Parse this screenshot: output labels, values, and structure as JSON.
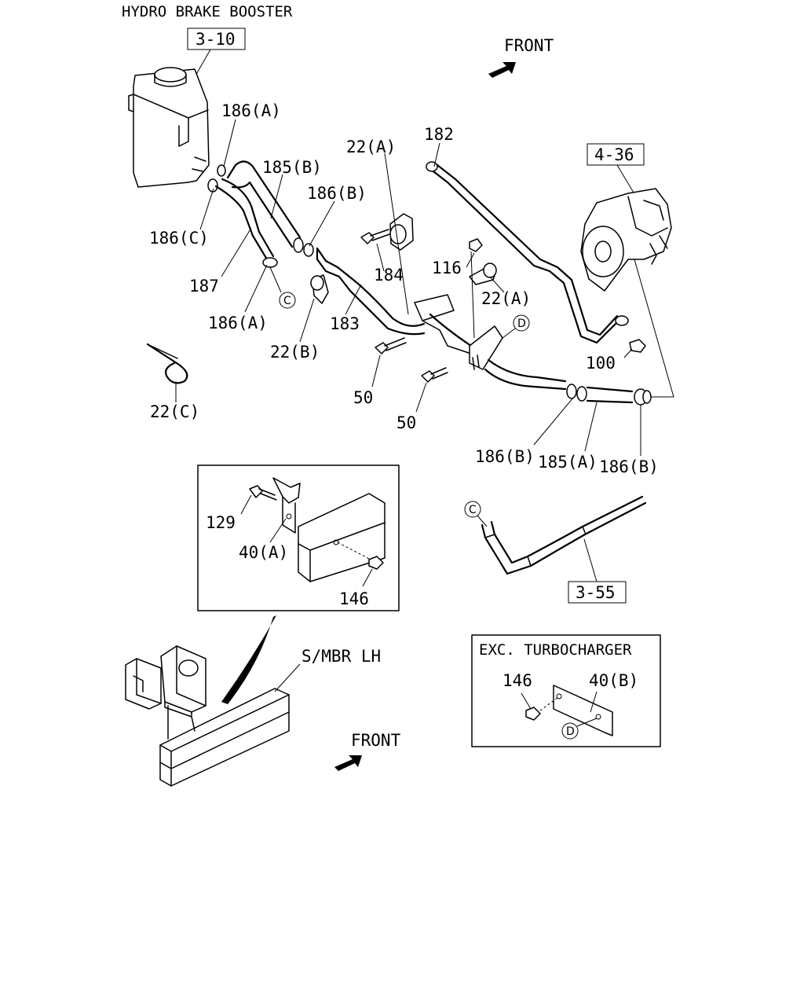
{
  "title": "HYDRO BRAKE BOOSTER",
  "front_label": "FRONT",
  "frame_label": "S/MBR LH",
  "ref_boxes": {
    "reservoir": "3-10",
    "pump": "4-36",
    "line": "3-55"
  },
  "inset_exc": {
    "title": "EXC. TURBOCHARGER",
    "nut": "146",
    "bracket": "40(B)"
  },
  "inset_detail": {
    "bolt": "129",
    "bracket": "40(A)",
    "nut": "146"
  },
  "connectors": {
    "c": "C",
    "d": "D"
  },
  "parts": {
    "p186a_top": "186(A)",
    "p185b": "185(B)",
    "p186b_mid": "186(B)",
    "p22a_top": "22(A)",
    "p182": "182",
    "p186c": "186(C)",
    "p187": "187",
    "p186a_low": "186(A)",
    "p184": "184",
    "p116": "116",
    "p22a_low": "22(A)",
    "p183": "183",
    "p22b": "22(B)",
    "p22c": "22(C)",
    "p50_a": "50",
    "p50_b": "50",
    "p100": "100",
    "p186b_l": "186(B)",
    "p185a": "185(A)",
    "p186b_r": "186(B)"
  }
}
